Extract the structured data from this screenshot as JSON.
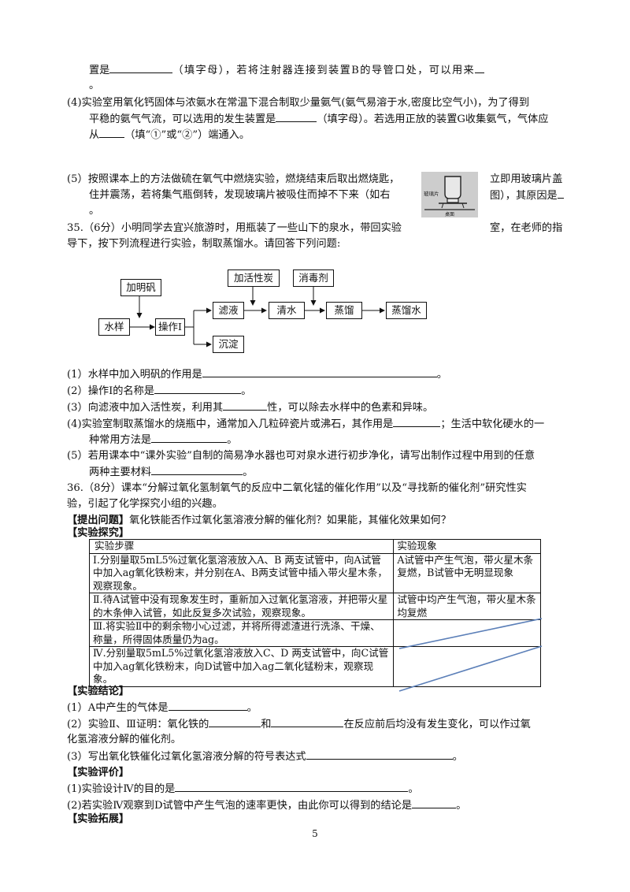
{
  "top": {
    "l1a": "置是",
    "l1b": "（填字母），若将注射器连接到装置B的导管口处，可以用来",
    "l2": "。",
    "q4a": "(4)实验室用氧化钙固体与浓氨水在常温下混合制取少量氨气(氨气易溶于水,密度比空气小)，为了得到",
    "q4b": "平稳的氨气气流，可以选用的发生装置是",
    "q4c": "（填字母）。若选用正放的装置G收集氨气，气体应",
    "q4d": "从",
    "q4e": "（填“①”或“②”）端通入。",
    "q5a": "(5）按照课本上的方法做硫在氧气中燃烧实验，燃烧结束后取出燃烧匙，",
    "q5a2": "立即用玻璃片盖",
    "q5b": "住并震荡，若将集气瓶倒转，发现玻璃片被吸住而掉不下来（如右",
    "q5b2": "图），其原因是",
    "q5c": "。",
    "pic_label1": "玻璃片",
    "pic_label2": "桌面"
  },
  "q35": {
    "intro1": "35.（6分）小明同学去宜兴旅游时，用瓶装了一些山下的泉水，带回实验",
    "intro1b": "室，在老师的指",
    "intro2": "导下，按下列流程进行实验，制取蒸馏水。请回答下列问题:",
    "flow": {
      "mingfan": "加明矾",
      "shuiyang": "水样",
      "caozuo": "操作Ⅰ",
      "lvye": "滤液",
      "chendian": "沉淀",
      "huoxingtan": "加活性炭",
      "qingshui": "清水",
      "xiaodu": "消毒剂",
      "zhengliu": "蒸馏",
      "zhengliushui": "蒸馏水"
    },
    "s1a": "(1）水样中加入明矾的作用是",
    "s1b": "。",
    "s2a": "(2）操作Ⅰ的名称是",
    "s2b": "。",
    "s3a": "(3）向滤液中加入活性炭，利用其",
    "s3b": "性，可以除去水样中的色素和异味。",
    "s4a": "(4)实验室制取蒸馏水的烧瓶中，通常加入几粒碎瓷片或沸石，其作用是",
    "s4b": "；生活中软化硬水的一",
    "s4c": "种常用方法是",
    "s4d": "。",
    "s5a": "(5）若用课本中“课外实验”自制的简易净水器也可对泉水进行初步净化，请写出制作过程中用到的任意",
    "s5b": "两种主要材料",
    "s5c": "。"
  },
  "q36": {
    "intro1": "36.（8分）课本“分解过氧化氢制氧气的反应中二氧化锰的催化作用”以及“寻找新的催化剂”研究性实",
    "intro2": "验，引起了化学探究小组的兴趣。",
    "ask_tag": "【提出问题】",
    "ask": "氧化铁能否作过氧化氢溶液分解的催化剂？如果能，其催化效果如何？",
    "explore_tag": "【实验探究】",
    "table": {
      "h1": "实验步骤",
      "h2": "实验现象",
      "r1s": "Ⅰ.分别量取5mL5%过氧化氢溶液放入A、B 两支试管中，向A试管中加入ag氧化铁粉末，并分别在A、B两支试管中插入带火星木条，观察现象。",
      "r1p": "A试管中产生气泡，带火星木条复燃，B试管中无明显现象",
      "r2s": "Ⅱ.待A试管中没有现象发生时，重新加入过氧化氢溶液，并把带火星的木条伸入试管，如此反复多次试验，观察现象。",
      "r2p": "试管中均产生气泡，带火星木条均复燃",
      "r3s": "Ⅲ.将实验Ⅱ中的剩余物小心过滤，并将所得滤渣进行洗涤、干燥、称量，所得固体质量仍为ag。",
      "r3p": "",
      "r4s": "Ⅳ.分别量取5mL5%过氧化氢溶液放入C、D 两支试管中，向C试管中加入ag氧化铁粉末，向D试管中加入ag二氧化锰粉末，观察现象。",
      "r4p": ""
    },
    "concl_tag": "【实验结论】",
    "c1a": "(1）A中产生的气体是",
    "c1b": "。",
    "c2a": "(2）实验Ⅱ、Ⅲ证明：氧化铁的",
    "c2b": "和",
    "c2c": "在反应前后均没有发生变化，可以作过氧",
    "c2d": "化氢溶液分解的催化剂。",
    "c3a": "(3）写出氧化铁催化过氧化氢溶液分解的符号表达式",
    "c3b": "。",
    "eval_tag": "【实验评价】",
    "e1a": "(1)实验设计Ⅳ的目的是",
    "e1b": "。",
    "e2a": "(2)若实验Ⅳ观察到D试管中产生气泡的速率更快，由此你可以得到的结论是",
    "e2b": "。",
    "ext_tag": "【实验拓展】"
  },
  "page_number": "5"
}
